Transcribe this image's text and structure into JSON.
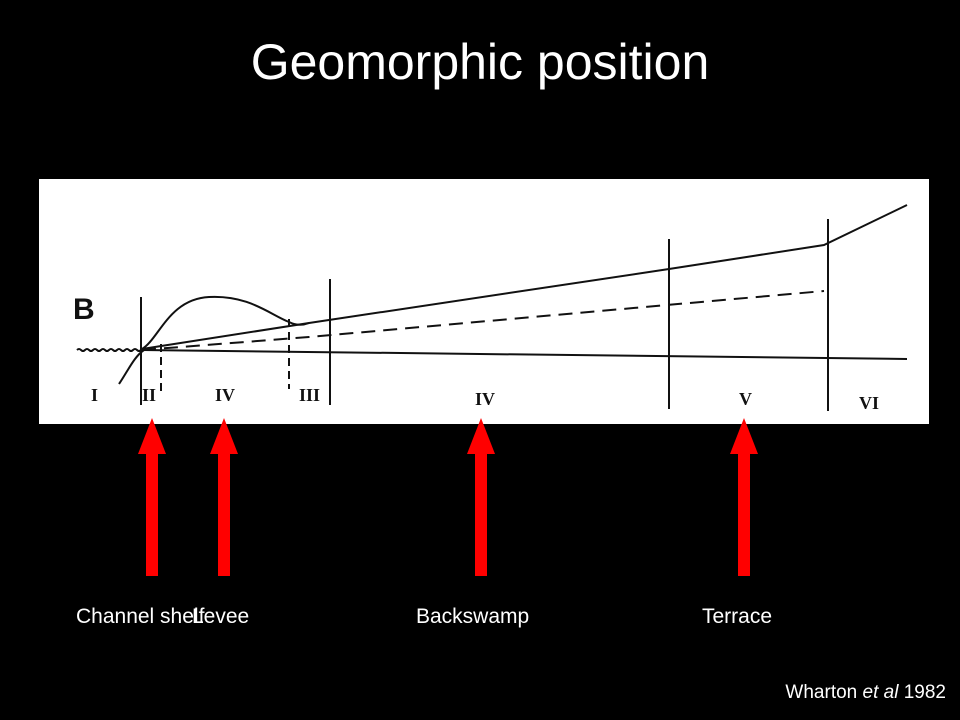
{
  "slide": {
    "title": "Geomorphic position"
  },
  "figure": {
    "panel_letter": "B",
    "zones": [
      "I",
      "II",
      "IV",
      "III",
      "IV",
      "V",
      "VI"
    ]
  },
  "labels": {
    "channel_shelf": "Channel shelf",
    "levee": "Levee",
    "backswamp": "Backswamp",
    "terrace": "Terrace"
  },
  "credit": {
    "author": "Wharton",
    "etal": "et al",
    "year": "1982"
  },
  "colors": {
    "background": "#000000",
    "text": "#ffffff",
    "figure_bg": "#ffffff",
    "arrow": "#ff0000"
  }
}
